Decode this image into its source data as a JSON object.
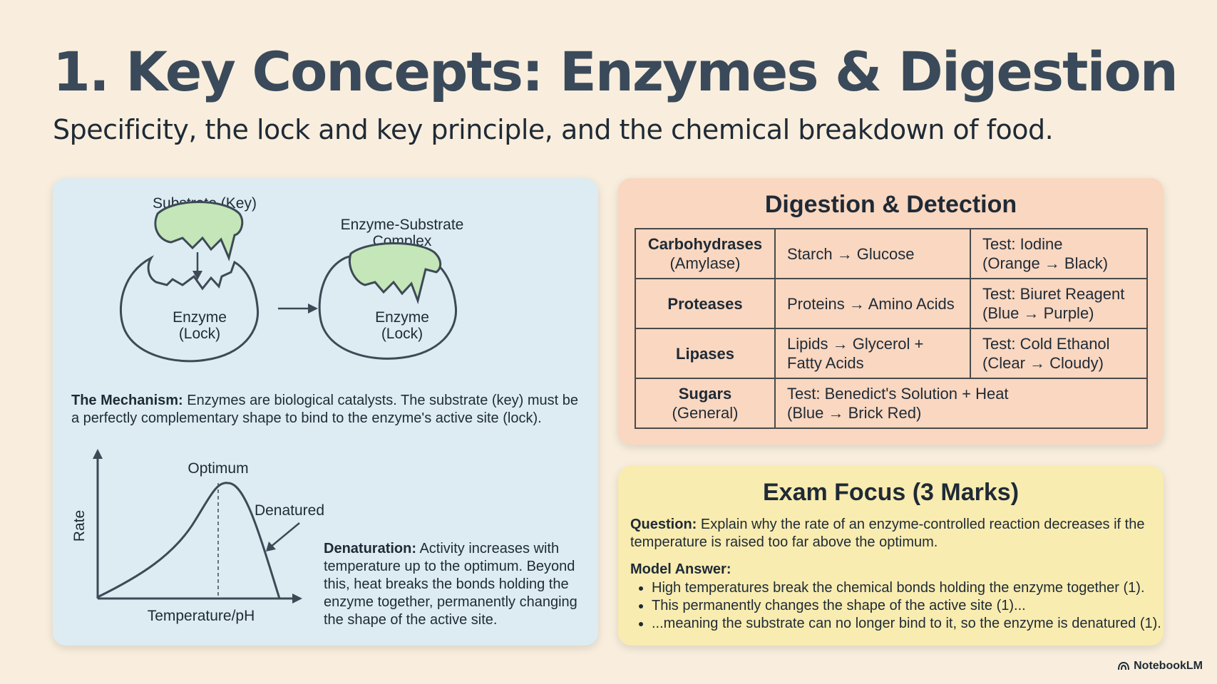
{
  "header": {
    "title": "1. Key Concepts: Enzymes & Digestion",
    "subtitle": "Specificity, the lock and key principle, and the chemical breakdown of food."
  },
  "lock_key": {
    "substrate_label": "Substrate (Key)",
    "complex_label_line1": "Enzyme-Substrate",
    "complex_label_line2": "Complex",
    "enzyme_line1": "Enzyme",
    "enzyme_line2": "(Lock)",
    "substrate_color": "#c4e6b8",
    "outline_color": "#3d4a56"
  },
  "mechanism": {
    "label": "The Mechanism:",
    "text": " Enzymes are biological catalysts. The substrate (key) must be a perfectly complementary shape to bind to the enzyme's active site (lock)."
  },
  "graph": {
    "optimum_label": "Optimum",
    "denatured_label": "Denatured",
    "y_label": "Rate",
    "x_label": "Temperature/pH"
  },
  "denaturation": {
    "label": "Denaturation:",
    "text": " Activity increases with temperature up to the optimum. Beyond this, heat breaks the bonds holding the enzyme together, permanently changing the shape of the active site."
  },
  "digestion": {
    "title": "Digestion & Detection",
    "rows": [
      {
        "name": "Carbohydrases",
        "sub": "(Amylase)",
        "reaction": "Starch → Glucose",
        "test_line1": "Test: Iodine",
        "test_line2": "(Orange → Black)"
      },
      {
        "name": "Proteases",
        "sub": "",
        "reaction": "Proteins → Amino Acids",
        "test_line1": "Test: Biuret Reagent",
        "test_line2": "(Blue → Purple)"
      },
      {
        "name": "Lipases",
        "sub": "",
        "reaction": "Lipids → Glycerol + Fatty Acids",
        "test_line1": "Test: Cold Ethanol",
        "test_line2": "(Clear → Cloudy)"
      },
      {
        "name": "Sugars",
        "sub": "(General)",
        "test_line1": "Test: Benedict's Solution + Heat",
        "test_line2": "(Blue → Brick Red)"
      }
    ]
  },
  "exam": {
    "title": "Exam Focus (3 Marks)",
    "question_label": "Question:",
    "question": " Explain why the rate of an enzyme-controlled reaction decreases if the temperature is raised too far above the optimum.",
    "model_label": "Model Answer:",
    "answers": [
      "High temperatures break the chemical bonds holding the enzyme together (1).",
      "This permanently changes the shape of the active site (1)...",
      "...meaning the substrate can no longer bind to it, so the enzyme is denatured (1)."
    ]
  },
  "brand": {
    "name": "NotebookLM"
  }
}
